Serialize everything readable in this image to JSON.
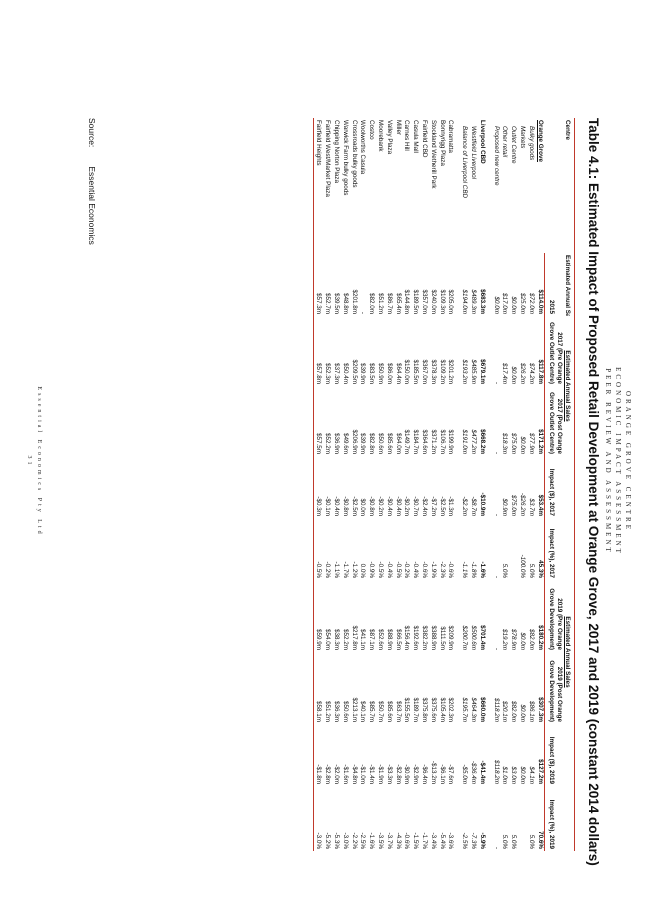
{
  "header": {
    "line1": "ORANGE GROVE CENTRE",
    "line2": "ECONOMIC IMPACT ASSESSMENT",
    "line3": "PEER REVIEW AND ASSESSMENT"
  },
  "title": "Table 4.1: Estimated Impact of Proposed Retail Development at Orange Grove, 2017 and 2019 (constant 2014 dollars)",
  "columns": {
    "centre": "Centre",
    "est_annual_sales": "Estimated Annual Sales",
    "y2015": "2015",
    "est_sales_group": "Estimated Annual Sales",
    "pre2017": "2017 (Pre Orange Grove Outlet Centre)",
    "post2017": "2017 (Post Orange Grove Outlet Centre)",
    "impact_d_2017": "Impact ($), 2017",
    "impact_p_2017": "Impact (%), 2017",
    "pre2019": "2019 (Pre Orange Grove Development)",
    "post2019": "2019 (Post Orange Grove Development)",
    "impact_d_2019": "Impact ($), 2019",
    "impact_p_2019": "Impact (%), 2019"
  },
  "rows": [
    {
      "name": "Orange Grove",
      "style": "bold-ul",
      "v": [
        "$114.0m",
        "$117.8m",
        "$171.2m",
        "$53.4m",
        "45.3%",
        "$180.2m",
        "$307.3m",
        "$127.2m",
        "70.6%"
      ]
    },
    {
      "name": "Bulky goods",
      "style": "sub",
      "v": [
        "$72.0m",
        "$74.2m",
        "$77.9m",
        "$3.7m",
        "5.0%",
        "$82.0m",
        "$86.1m",
        "$4.1m",
        "5.0%"
      ]
    },
    {
      "name": "Markets",
      "style": "sub",
      "v": [
        "$25.0m",
        "$26.2m",
        "$0.0m",
        "-$26.2m",
        "-100.0%",
        "$0.0m",
        "$0.0m",
        "$0.0m",
        ""
      ]
    },
    {
      "name": "Outlet Centre",
      "style": "sub",
      "v": [
        "$0.0m",
        "$0.0m",
        "$75.0m",
        "$75.0m",
        "",
        "$78.9m",
        "$82.0m",
        "$3.0m",
        "5.0%"
      ]
    },
    {
      "name": "Other retail",
      "style": "sub",
      "v": [
        "$17.0m",
        "$17.4m",
        "$18.3m",
        "$0.9m",
        "5.0%",
        "$19.2m",
        "$20.1m",
        "$1.0m",
        "5.0%"
      ]
    },
    {
      "name": "Proposed new centre",
      "style": "sub",
      "v": [
        "$0.0m",
        "-",
        "-",
        "-",
        "-",
        "-",
        "$118.2m",
        "$118.2m",
        "-"
      ]
    },
    {
      "name": "",
      "style": "spacer",
      "v": []
    },
    {
      "name": "Liverpool CBD",
      "style": "bold",
      "v": [
        "$683.3m",
        "$679.1m",
        "$668.2m",
        "-$10.9m",
        "-1.6%",
        "$701.4m",
        "$660.0m",
        "-$41.4m",
        "-5.9%"
      ]
    },
    {
      "name": "Westfield Liverpool",
      "style": "sub",
      "v": [
        "$489.3m",
        "$485.9m",
        "$477.2m",
        "-$8.7m",
        "-1.8%",
        "$500.6m",
        "$464.3m",
        "-$36.4m",
        "-7.3%"
      ]
    },
    {
      "name": "Balance of Liverpool CBD",
      "style": "sub",
      "v": [
        "$194.0m",
        "$193.2m",
        "$191.0m",
        "-$2.2m",
        "-1.1%",
        "$200.7m",
        "$195.7m",
        "-$5.0m",
        "-2.5%"
      ]
    },
    {
      "name": "",
      "style": "spacer",
      "v": []
    },
    {
      "name": "Cabramatta",
      "style": "plain",
      "v": [
        "$205.0m",
        "$201.2m",
        "$199.9m",
        "-$1.3m",
        "-0.6%",
        "$209.9m",
        "$202.3m",
        "-$7.6m",
        "-3.6%"
      ]
    },
    {
      "name": "Bonnyrigg Plaza",
      "style": "plain",
      "v": [
        "$109.3m",
        "$109.2m",
        "$106.7m",
        "-$2.5m",
        "-2.3%",
        "$111.5m",
        "$105.4m",
        "-$6.1m",
        "-5.4%"
      ]
    },
    {
      "name": "Stockland Wetherill Park",
      "style": "plain",
      "v": [
        "$240.0m",
        "$378.3m",
        "$371.2m",
        "-$7.2m",
        "-1.9%",
        "$388.9m",
        "$375.6m",
        "-$13.2m",
        "-3.4%"
      ]
    },
    {
      "name": "Fairfield CBD",
      "style": "plain",
      "v": [
        "$357.0m",
        "$367.0m",
        "$364.6m",
        "-$2.4m",
        "-0.6%",
        "$382.2m",
        "$375.8m",
        "-$6.4m",
        "-1.7%"
      ]
    },
    {
      "name": "Casula Mall",
      "style": "plain",
      "v": [
        "$189.5m",
        "$185.5m",
        "$184.7m",
        "-$0.7m",
        "-0.4%",
        "$192.6m",
        "$189.7m",
        "-$2.9m",
        "-1.5%"
      ]
    },
    {
      "name": "Carnes Hill",
      "style": "plain",
      "v": [
        "$144.8m",
        "$150.0m",
        "$149.7m",
        "-$0.2m",
        "-0.2%",
        "$156.4m",
        "$155.5m",
        "-$0.9m",
        "-0.6%"
      ]
    },
    {
      "name": "Miller",
      "style": "plain",
      "v": [
        "$65.4m",
        "$64.4m",
        "$64.0m",
        "-$0.4m",
        "-0.5%",
        "$66.5m",
        "$63.7m",
        "-$2.8m",
        "-4.3%"
      ]
    },
    {
      "name": "Valley Plaza",
      "style": "plain",
      "v": [
        "$86.7m",
        "$86.0m",
        "$85.6m",
        "-$0.4m",
        "-0.4%",
        "$88.9m",
        "$85.6m",
        "-$3.3m",
        "-3.7%"
      ]
    },
    {
      "name": "Moorebank",
      "style": "plain",
      "v": [
        "$51.2m",
        "$50.9m",
        "$50.6m",
        "-$0.2m",
        "-0.5%",
        "$52.6m",
        "$50.7m",
        "-$1.9m",
        "-3.5%"
      ]
    },
    {
      "name": "Costco",
      "style": "plain",
      "v": [
        "$82.0m",
        "$83.5m",
        "$82.8m",
        "-$0.8m",
        "-0.9%",
        "$87.1m",
        "$85.7m",
        "-$1.4m",
        "-1.6%"
      ]
    },
    {
      "name": "Woolworths Casula",
      "style": "plain",
      "v": [
        "-",
        "$39.9m",
        "$39.9m",
        "$0.0m",
        "0.0%",
        "$41.1m",
        "$40.1m",
        "-$1.0m",
        "-2.5%"
      ]
    },
    {
      "name": "Crossroads bulky goods",
      "style": "plain",
      "v": [
        "$201.8m",
        "$209.5m",
        "$206.9m",
        "-$2.5m",
        "-1.2%",
        "$217.8m",
        "$213.1m",
        "-$4.8m",
        "-2.2%"
      ]
    },
    {
      "name": "Warwick Farm bulky goods",
      "style": "plain",
      "v": [
        "$48.8m",
        "$50.4m",
        "$49.6m",
        "-$0.8m",
        "-1.7%",
        "$52.2m",
        "$50.6m",
        "-$1.6m",
        "-3.0%"
      ]
    },
    {
      "name": "Chipping Norton Plaza",
      "style": "plain",
      "v": [
        "$39.5m",
        "$37.3m",
        "$36.9m",
        "-$0.4m",
        "-1.1%",
        "$38.3m",
        "$36.3m",
        "-$2.0m",
        "-5.3%"
      ]
    },
    {
      "name": "Fairfield West/Market Plaza",
      "style": "plain",
      "v": [
        "$52.7m",
        "$52.3m",
        "$52.2m",
        "-$0.1m",
        "-0.2%",
        "$54.0m",
        "$51.2m",
        "-$2.8m",
        "-5.2%"
      ]
    },
    {
      "name": "Fairfield Heights",
      "style": "plain",
      "v": [
        "$57.3m",
        "$57.8m",
        "$57.5m",
        "-$0.3m",
        "-0.5%",
        "$59.9m",
        "$58.1m",
        "-$1.8m",
        "-3.0%"
      ]
    }
  ],
  "source": {
    "label": "Source:",
    "text": "Essential Economics"
  },
  "footer": {
    "company": "Essential Economics Pty Ltd",
    "page": "31"
  }
}
